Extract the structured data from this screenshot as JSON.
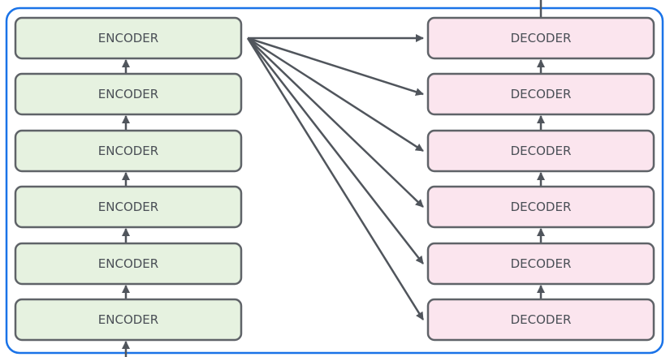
{
  "diagram": {
    "encoders": [
      {
        "label": "ENCODER"
      },
      {
        "label": "ENCODER"
      },
      {
        "label": "ENCODER"
      },
      {
        "label": "ENCODER"
      },
      {
        "label": "ENCODER"
      },
      {
        "label": "ENCODER"
      }
    ],
    "decoders": [
      {
        "label": "DECODER"
      },
      {
        "label": "DECODER"
      },
      {
        "label": "DECODER"
      },
      {
        "label": "DECODER"
      },
      {
        "label": "DECODER"
      },
      {
        "label": "DECODER"
      }
    ]
  },
  "colors": {
    "container_border": "#1a73e8",
    "encoder_fill": "#e6f2e0",
    "decoder_fill": "#fbe5ee",
    "box_border": "#5f6368",
    "arrow": "#50555c",
    "text": "#4a4f56"
  }
}
